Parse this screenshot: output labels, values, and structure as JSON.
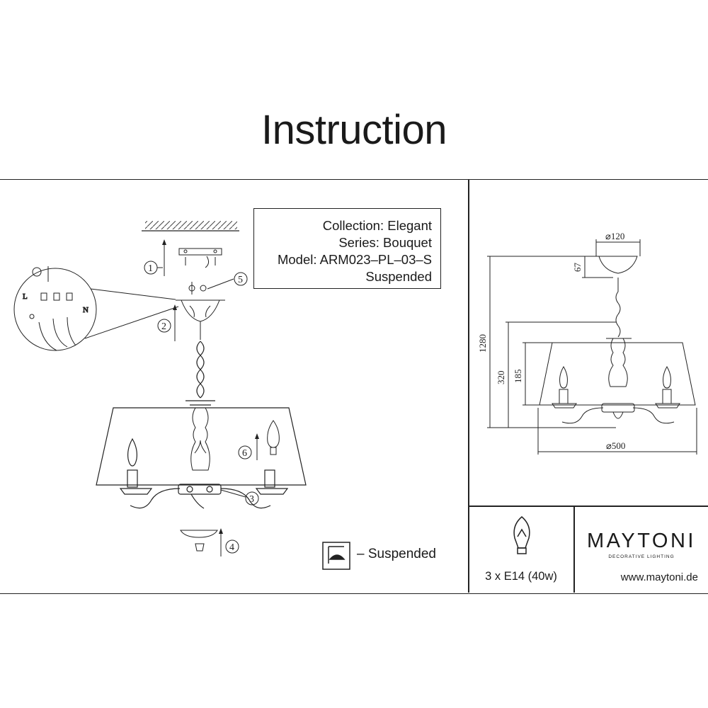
{
  "title": "Instruction",
  "info": {
    "collection": "Collection: Elegant",
    "series": "Series: Bouquet",
    "model": "Model: ARM023–PL–03–S",
    "type": "Suspended"
  },
  "steps": [
    "1",
    "2",
    "3",
    "4",
    "5",
    "6"
  ],
  "wiring": {
    "live": "L",
    "neutral": "N"
  },
  "legend": {
    "label": "– Suspended",
    "icon": "suspended-mount-icon"
  },
  "dimensions": {
    "canopy_diameter": "⌀120",
    "canopy_height": "67",
    "total_height": "1280",
    "body_height": "320",
    "shade_height": "185",
    "shade_diameter": "⌀500"
  },
  "lamp": {
    "spec": "3 x E14 (40w)",
    "icon": "light-bulb-icon"
  },
  "brand": {
    "name": "MAYTONI",
    "tagline": "DECORATIVE LIGHTING",
    "url": "www.maytoni.de"
  }
}
